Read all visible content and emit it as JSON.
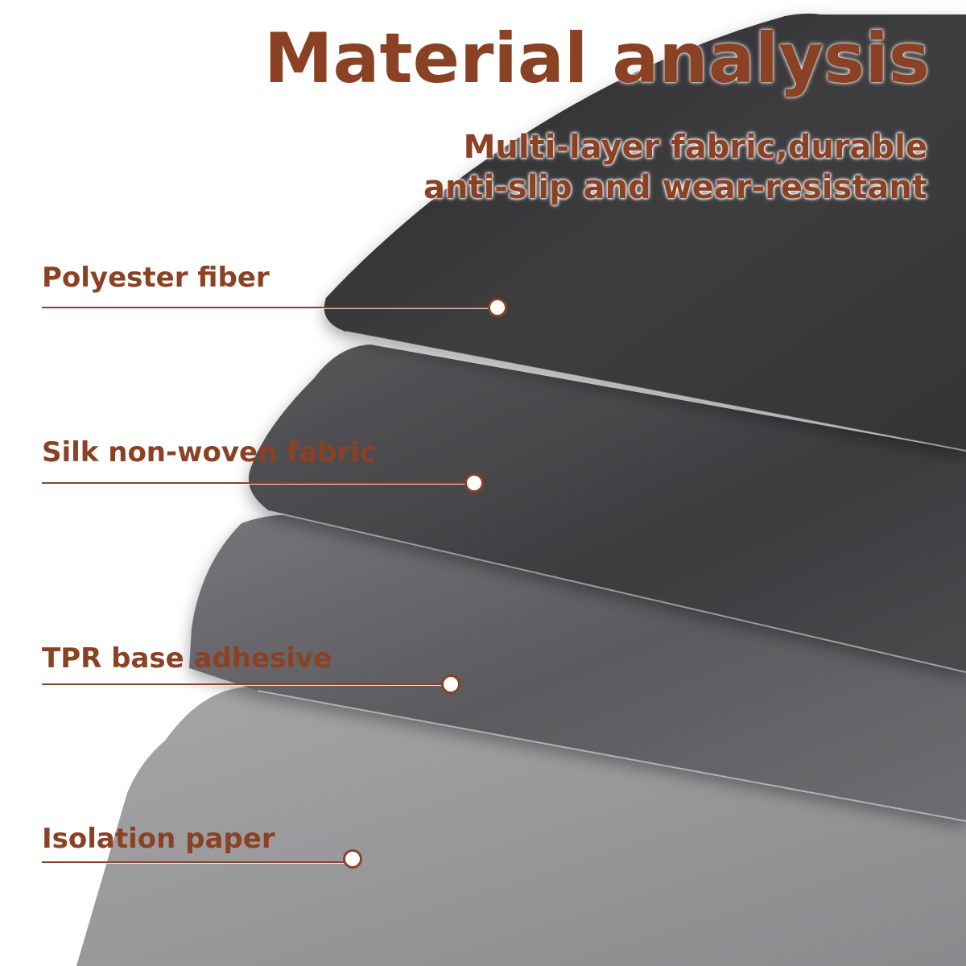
{
  "header": {
    "title": "Material analysis",
    "subtitle_lines": [
      "Multi-layer fabric,durable",
      "anti-slip and wear-resistant"
    ]
  },
  "layers": [
    {
      "label": "Polyester fiber"
    },
    {
      "label": "Silk non-woven fabric"
    },
    {
      "label": "TPR base adhesive"
    },
    {
      "label": "Isolation paper"
    }
  ],
  "colors": {
    "accent": "#8b4124",
    "layer_polyester": "#3a3a3b",
    "layer_silk": "#4b4b4d",
    "layer_tpr": "#6a6a6c",
    "layer_paper": "#9a9a9c"
  }
}
